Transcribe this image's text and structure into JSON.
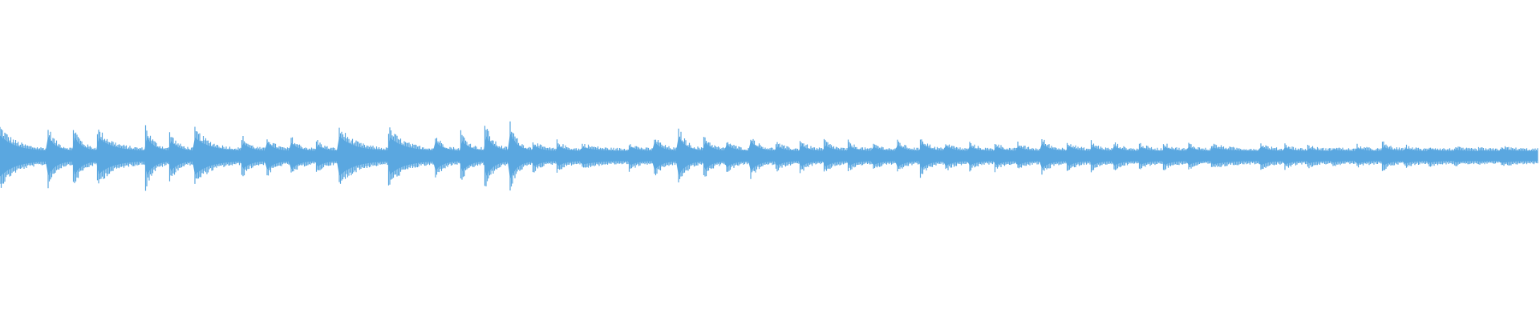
{
  "waveform": {
    "color": "#5AA7E0",
    "background": "#FFFFFF",
    "envelope": {
      "shape": "decaying note attacks",
      "onset_fractions": [
        0,
        0.031,
        0.047,
        0.063,
        0.094,
        0.11,
        0.126,
        0.157,
        0.173,
        0.189,
        0.205,
        0.22,
        0.252,
        0.283,
        0.299,
        0.315,
        0.331,
        0.346,
        0.362,
        0.378,
        0.409,
        0.425,
        0.441,
        0.457,
        0.472,
        0.488,
        0.504,
        0.52,
        0.535,
        0.551,
        0.567,
        0.583,
        0.598,
        0.614,
        0.63,
        0.646,
        0.661,
        0.677,
        0.693,
        0.709,
        0.724,
        0.74,
        0.756,
        0.772,
        0.787,
        0.819,
        0.835,
        0.85,
        0.866,
        0.882,
        0.898,
        0.913,
        0.929,
        0.945,
        0.961,
        0.976
      ],
      "peak_levels": [
        0.42,
        0.42,
        0.48,
        0.4,
        0.48,
        0.36,
        0.4,
        0.3,
        0.3,
        0.28,
        0.26,
        0.42,
        0.42,
        0.3,
        0.38,
        0.48,
        0.52,
        0.24,
        0.22,
        0.18,
        0.2,
        0.3,
        0.4,
        0.34,
        0.24,
        0.3,
        0.22,
        0.24,
        0.26,
        0.22,
        0.2,
        0.24,
        0.3,
        0.22,
        0.2,
        0.22,
        0.2,
        0.26,
        0.24,
        0.22,
        0.2,
        0.2,
        0.2,
        0.2,
        0.18,
        0.2,
        0.18,
        0.16,
        0.14,
        0.16,
        0.22,
        0.16,
        0.14,
        0.14,
        0.12,
        0.14
      ],
      "decay_floor": 0.1
    }
  }
}
